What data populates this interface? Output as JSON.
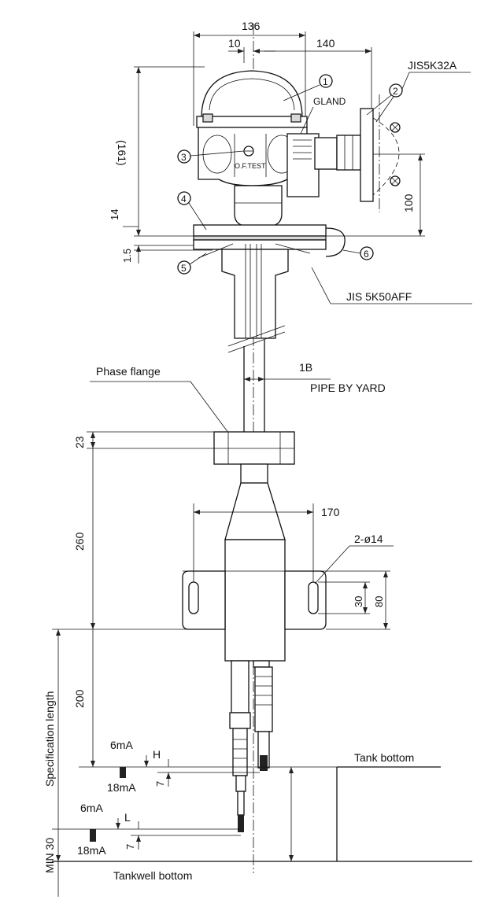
{
  "dimensions": {
    "top_width": "136",
    "offset": "10",
    "right_offset": "140",
    "height_ref": "(161)",
    "flange_thk": "14",
    "gasket": "1.5",
    "right_height": "100",
    "pipe_size": "1B",
    "phase_flange_thk": "23",
    "taper_len": "260",
    "bracket_width": "170",
    "slot_dia": "2-ø14",
    "slot_len": "30",
    "bracket_h": "80",
    "spec_sub": "200",
    "h_gap": "H",
    "l_gap": "L",
    "seven_a": "7",
    "seven_b": "7",
    "min_gap": "MIN 30"
  },
  "labels": {
    "jis_top": "JIS5K32A",
    "gland": "GLAND",
    "oftest": "O.F.TEST",
    "jis_flange": "JIS 5K50AFF",
    "phase_flange": "Phase flange",
    "pipe_by_yard": "PIPE BY YARD",
    "spec_length": "Specification length",
    "tank_bottom": "Tank bottom",
    "tankwell_bottom": "Tankwell bottom",
    "ma6_a": "6mA",
    "ma18_a": "18mA",
    "ma6_b": "6mA",
    "ma18_b": "18mA"
  },
  "callouts": [
    "1",
    "2",
    "3",
    "4",
    "5",
    "6"
  ]
}
